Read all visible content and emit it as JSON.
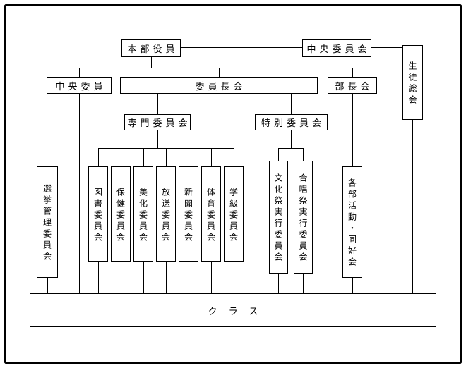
{
  "nodes": {
    "honbu_yakuin": "本部役員",
    "chuo_iinkai": "中央委員会",
    "seito_sokai": "生徒総会",
    "chuo_iin": "中央委員",
    "iincho_kai": "委員長会",
    "bucho_kai": "部長会",
    "senmon_iinkai": "専門委員会",
    "tokubetsu_iinkai": "特別委員会",
    "senkyo_kanri_iinkai": "選挙管理委員会",
    "kakubu_katsudo": "各部活動・同好会",
    "class": "クラス"
  },
  "standing_committees": [
    "図書委員会",
    "保健委員会",
    "美化委員会",
    "放送委員会",
    "新聞委員会",
    "体育委員会",
    "学級委員会"
  ],
  "special_committees": [
    "文化祭実行委員会",
    "合唱祭実行委員会"
  ]
}
